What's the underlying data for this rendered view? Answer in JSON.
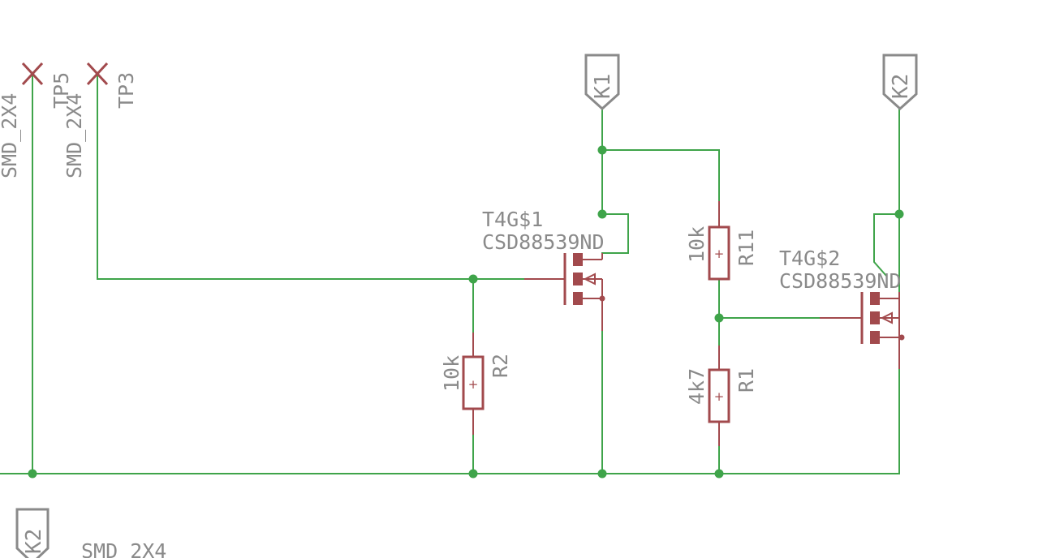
{
  "ports": {
    "k1": "K1",
    "k2": "K2",
    "k2_bottom": "K2"
  },
  "testpoints": {
    "tp_left": {
      "name": "TP5",
      "package": "SMD_2X4"
    },
    "tp_right": {
      "name": "TP3",
      "package": "SMD_2X4"
    },
    "bottom_package": "SMD_2X4"
  },
  "mosfets": {
    "t1": {
      "name": "T4G$1",
      "value": "CSD88539ND"
    },
    "t2": {
      "name": "T4G$2",
      "value": "CSD88539ND"
    }
  },
  "resistors": {
    "r2": {
      "name": "R2",
      "value": "10k"
    },
    "r11": {
      "name": "R11",
      "value": "10k"
    },
    "r1": {
      "name": "R1",
      "value": "4k7"
    }
  },
  "symbols": {
    "plus": "+"
  },
  "colors": {
    "wire": "#3fa44a",
    "part": "#a24a4d",
    "label": "#8a8a8a",
    "background": "#ffffff"
  }
}
